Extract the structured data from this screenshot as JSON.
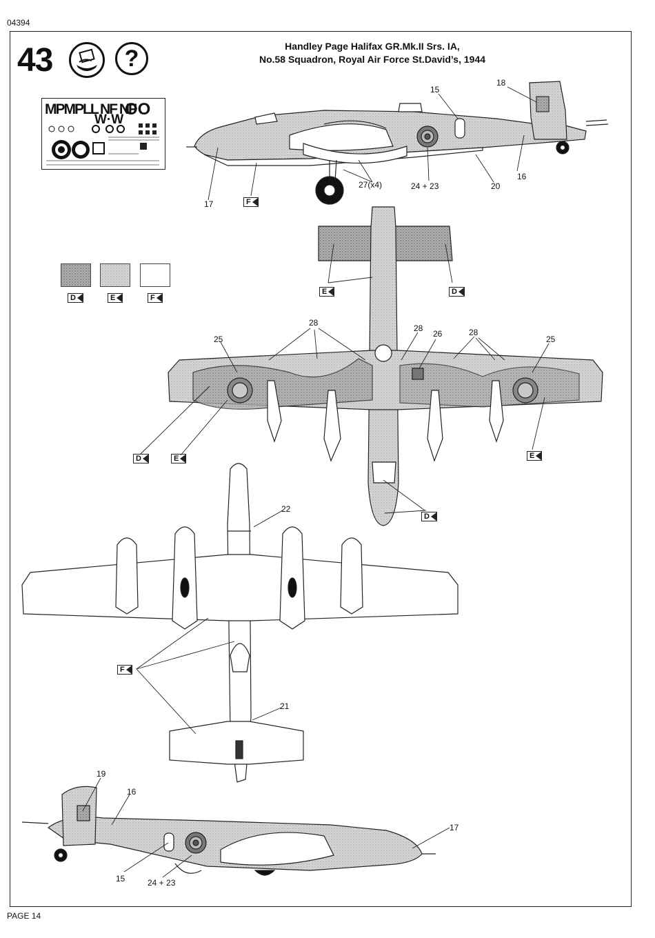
{
  "header": {
    "catalog_code": "04394"
  },
  "footer": {
    "page_label": "PAGE 14"
  },
  "step": {
    "number": "43"
  },
  "title": {
    "line1": "Handley Page Halifax GR.Mk.II Srs. IA,",
    "line2": "No.58 Squadron, Royal Air Force St.David’s, 1944"
  },
  "icons": {
    "decal_icon": "water-slide-decal-icon",
    "question_icon": "question-mark-icon",
    "question_glyph": "?"
  },
  "decal_sheet": {
    "big_letters": "MPMPLL",
    "nf": "NF NF",
    "oo": "OO",
    "ww": "W·W"
  },
  "paints": [
    {
      "code": "D",
      "color": "#9a9a9a"
    },
    {
      "code": "E",
      "color": "#c4c4c4"
    },
    {
      "code": "F",
      "color": "#ffffff"
    }
  ],
  "callouts": {
    "side_top": [
      "15",
      "18",
      "16",
      "20",
      "24 + 23",
      "27(x4)",
      "17"
    ],
    "top_view": [
      "28",
      "25",
      "28",
      "26",
      "28",
      "25"
    ],
    "bottom_view": [
      "22",
      "21"
    ],
    "side_bottom": [
      "19",
      "16",
      "15",
      "24 + 23",
      "17"
    ]
  },
  "paint_tags": {
    "side_top_F": "F",
    "top_D_left": "D",
    "top_E_left": "E",
    "top_E_tail": "E",
    "top_D_tail": "D",
    "top_E_right": "E",
    "top_D_nose": "D",
    "bottom_F": "F"
  }
}
